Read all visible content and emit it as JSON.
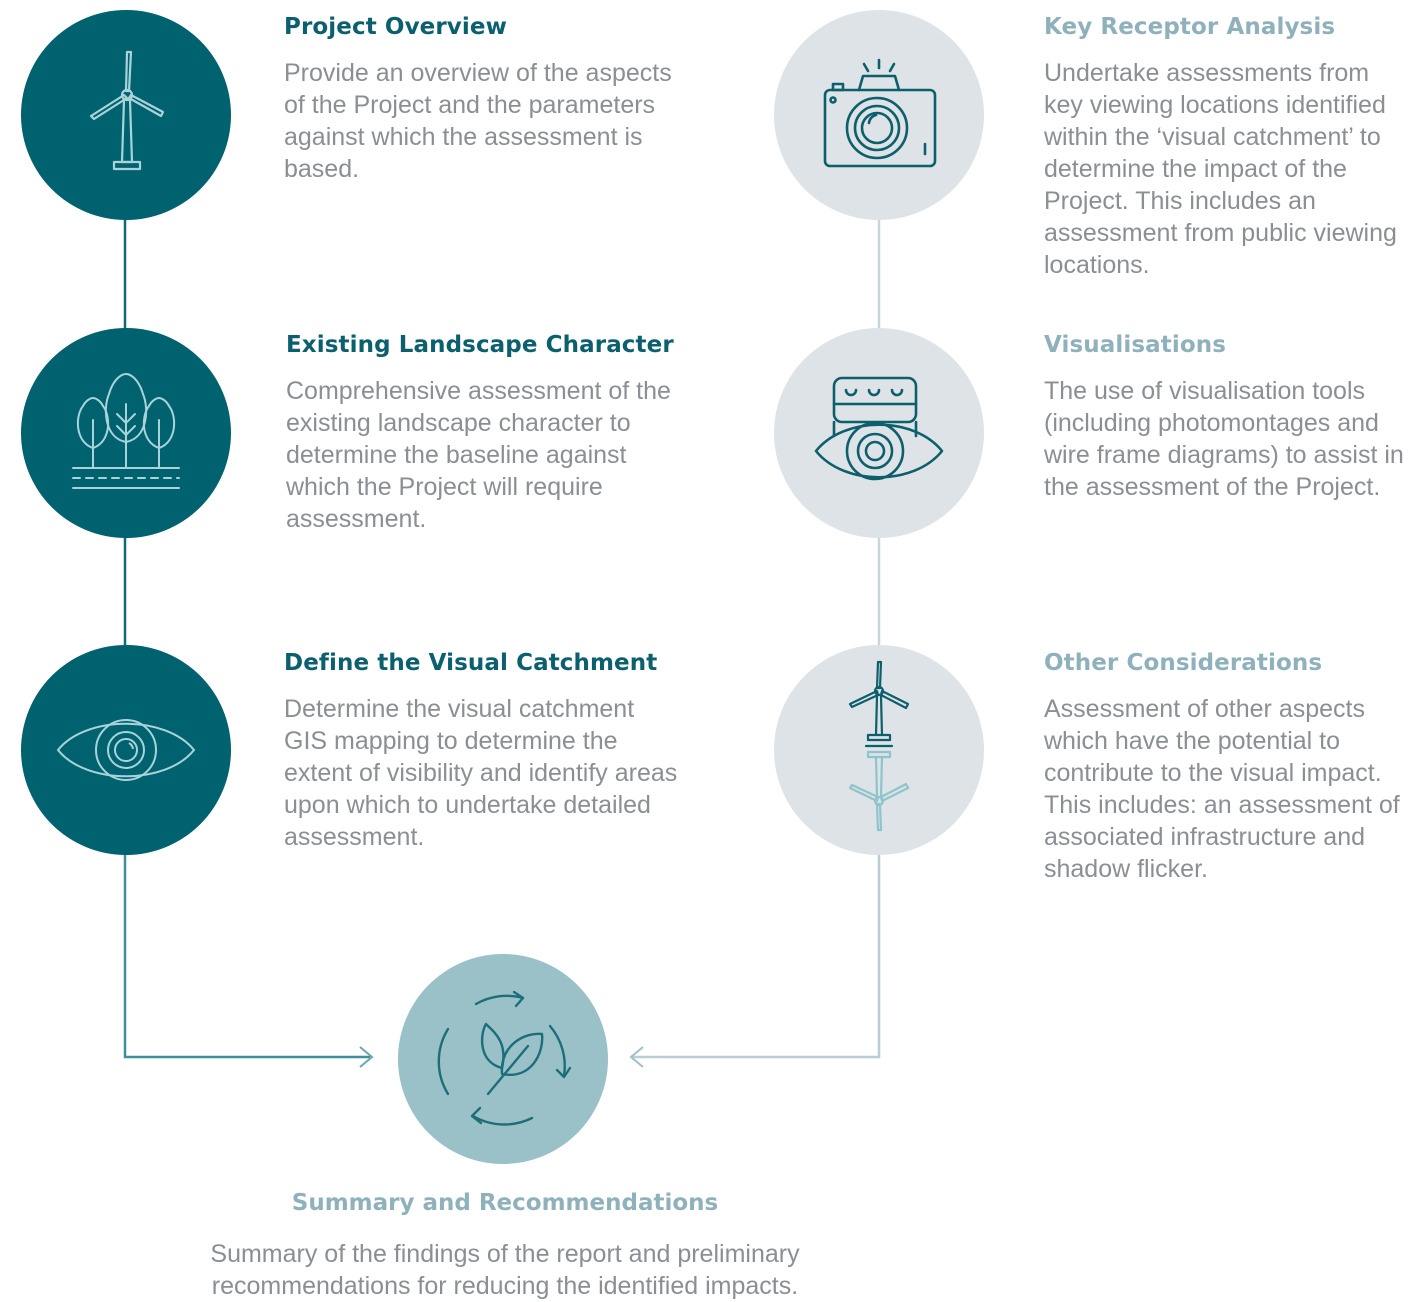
{
  "left_steps": [
    {
      "title": "Project Overview",
      "description": "Provide an overview of the aspects of the Project and the parameters against which the assessment is based.",
      "icon": "wind-turbine-icon"
    },
    {
      "title": "Existing Landscape Character",
      "description": "Comprehensive assessment of the existing landscape character to determine the baseline against which the Project will require assessment.",
      "icon": "trees-icon"
    },
    {
      "title": "Define the Visual Catchment",
      "description": "Determine the visual catchment GIS mapping to determine the extent of visibility and identify areas upon which to undertake detailed assessment.",
      "icon": "eye-icon"
    }
  ],
  "right_steps": [
    {
      "title": "Key Receptor Analysis",
      "description": "Undertake assessments from key viewing locations identified within the ‘visual catchment’ to determine the impact of the Project. This includes an assessment from public viewing locations.",
      "icon": "camera-icon"
    },
    {
      "title": "Visualisations",
      "description": "The use of visualisation tools (including photomontages and wire frame diagrams) to assist in the assessment of the Project.",
      "icon": "eye-viewer-icon"
    },
    {
      "title": "Other Considerations",
      "description": "Assessment of other aspects which have the potential to contribute to the visual impact. This includes: an assessment of associated infrastructure and shadow flicker.",
      "icon": "turbine-reflection-icon"
    }
  ],
  "summary": {
    "title": "Summary and Recommendations",
    "description": "Summary of the findings of the report and preliminary recommendations for reducing the identified impacts.",
    "icon": "leaf-cycle-icon"
  },
  "colors": {
    "dark_teal": "#00626f",
    "light_grey": "#dde3e7",
    "mid_teal": "#9ac1c8",
    "dark_title": "#0b5f6e",
    "light_title": "#8fb1bb",
    "body_text": "#8a8f94"
  }
}
